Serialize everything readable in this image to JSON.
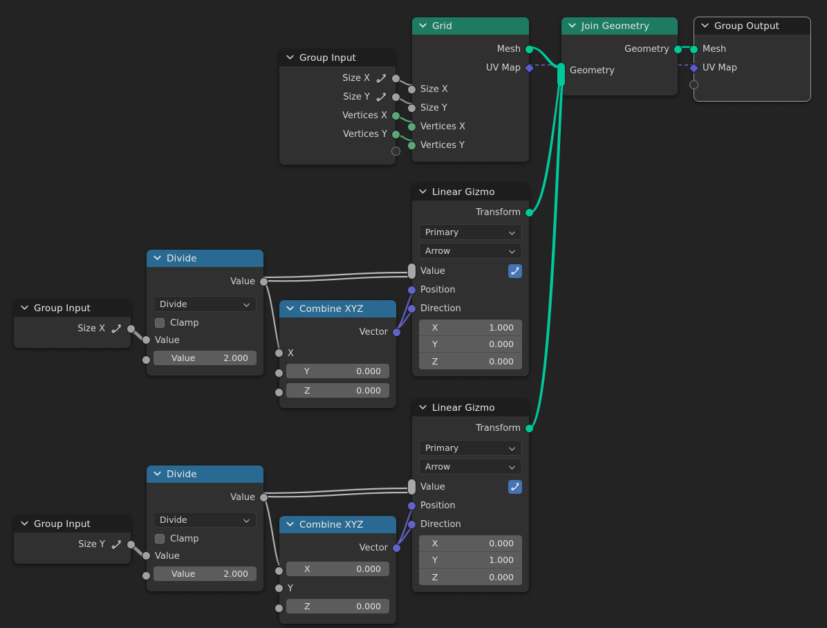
{
  "app": {
    "name": "Blender Geometry Node Editor",
    "background": "#232323"
  },
  "colors": {
    "header_geometry": "#1e7b63",
    "header_converter": "#2a6a92",
    "header_group": "#1d1d1d",
    "socket_geometry": "#00c99b",
    "socket_vector": "#5a5ad6",
    "socket_float": "#a1a1a1",
    "socket_int": "#5aa87a",
    "accent_button": "#4772b3"
  },
  "nodes": {
    "group_input_main": {
      "title": "Group Input",
      "outputs": [
        {
          "label": "Size X",
          "type": "float",
          "has_anim_icon": true
        },
        {
          "label": "Size Y",
          "type": "float",
          "has_anim_icon": true
        },
        {
          "label": "Vertices X",
          "type": "int",
          "has_anim_icon": false
        },
        {
          "label": "Vertices Y",
          "type": "int",
          "has_anim_icon": false
        },
        {
          "label": "",
          "type": "hollow",
          "has_anim_icon": false
        }
      ]
    },
    "grid": {
      "title": "Grid",
      "outputs": [
        {
          "label": "Mesh",
          "type": "geometry"
        },
        {
          "label": "UV Map",
          "type": "vector"
        }
      ],
      "inputs": [
        {
          "label": "Size X",
          "type": "float"
        },
        {
          "label": "Size Y",
          "type": "float"
        },
        {
          "label": "Vertices X",
          "type": "int"
        },
        {
          "label": "Vertices Y",
          "type": "int"
        }
      ]
    },
    "join_geometry": {
      "title": "Join Geometry",
      "outputs": [
        {
          "label": "Geometry",
          "type": "geometry"
        }
      ],
      "inputs": [
        {
          "label": "Geometry",
          "type": "geometry-multi"
        }
      ]
    },
    "group_output": {
      "title": "Group Output",
      "inputs": [
        {
          "label": "Mesh",
          "type": "geometry"
        },
        {
          "label": "UV Map",
          "type": "vector"
        },
        {
          "label": "",
          "type": "hollow"
        }
      ]
    },
    "linear_gizmo_x": {
      "title": "Linear Gizmo",
      "outputs": [
        {
          "label": "Transform",
          "type": "geometry"
        }
      ],
      "dropdowns": [
        {
          "name": "color-select",
          "value": "Primary"
        },
        {
          "name": "draw-style-select",
          "value": "Arrow"
        }
      ],
      "inputs": [
        {
          "label": "Value",
          "type": "field",
          "button": "animate-icon"
        },
        {
          "label": "Position",
          "type": "vector"
        },
        {
          "label": "Direction",
          "type": "vector"
        }
      ],
      "direction": [
        {
          "axis": "X",
          "value": "1.000"
        },
        {
          "axis": "Y",
          "value": "0.000"
        },
        {
          "axis": "Z",
          "value": "0.000"
        }
      ]
    },
    "linear_gizmo_y": {
      "title": "Linear Gizmo",
      "outputs": [
        {
          "label": "Transform",
          "type": "geometry"
        }
      ],
      "dropdowns": [
        {
          "name": "color-select",
          "value": "Primary"
        },
        {
          "name": "draw-style-select",
          "value": "Arrow"
        }
      ],
      "inputs": [
        {
          "label": "Value",
          "type": "field",
          "button": "animate-icon"
        },
        {
          "label": "Position",
          "type": "vector"
        },
        {
          "label": "Direction",
          "type": "vector"
        }
      ],
      "direction": [
        {
          "axis": "X",
          "value": "0.000"
        },
        {
          "axis": "Y",
          "value": "1.000"
        },
        {
          "axis": "Z",
          "value": "0.000"
        }
      ]
    },
    "divide_x": {
      "title": "Divide",
      "outputs": [
        {
          "label": "Value",
          "type": "float"
        }
      ],
      "operation": "Divide",
      "clamp_label": "Clamp",
      "clamp_checked": false,
      "inputs": [
        {
          "label": "Value",
          "type": "float",
          "widget": false
        },
        {
          "label": "Value",
          "type": "float",
          "widget": true,
          "value": "2.000"
        }
      ]
    },
    "divide_y": {
      "title": "Divide",
      "outputs": [
        {
          "label": "Value",
          "type": "float"
        }
      ],
      "operation": "Divide",
      "clamp_label": "Clamp",
      "clamp_checked": false,
      "inputs": [
        {
          "label": "Value",
          "type": "float",
          "widget": false
        },
        {
          "label": "Value",
          "type": "float",
          "widget": true,
          "value": "2.000"
        }
      ]
    },
    "combine_xyz_x": {
      "title": "Combine XYZ",
      "outputs": [
        {
          "label": "Vector",
          "type": "vector"
        }
      ],
      "inputs": [
        {
          "axis": "X",
          "widget": false,
          "value": ""
        },
        {
          "axis": "Y",
          "widget": true,
          "value": "0.000"
        },
        {
          "axis": "Z",
          "widget": true,
          "value": "0.000"
        }
      ]
    },
    "combine_xyz_y": {
      "title": "Combine XYZ",
      "outputs": [
        {
          "label": "Vector",
          "type": "vector"
        }
      ],
      "inputs": [
        {
          "axis": "X",
          "widget": true,
          "value": "0.000"
        },
        {
          "axis": "Y",
          "widget": false,
          "value": ""
        },
        {
          "axis": "Z",
          "widget": true,
          "value": "0.000"
        }
      ]
    },
    "group_input_sizex": {
      "title": "Group Input",
      "outputs": [
        {
          "label": "Size X",
          "type": "float",
          "has_anim_icon": true
        }
      ]
    },
    "group_input_sizey": {
      "title": "Group Input",
      "outputs": [
        {
          "label": "Size Y",
          "type": "float",
          "has_anim_icon": true
        }
      ]
    }
  }
}
